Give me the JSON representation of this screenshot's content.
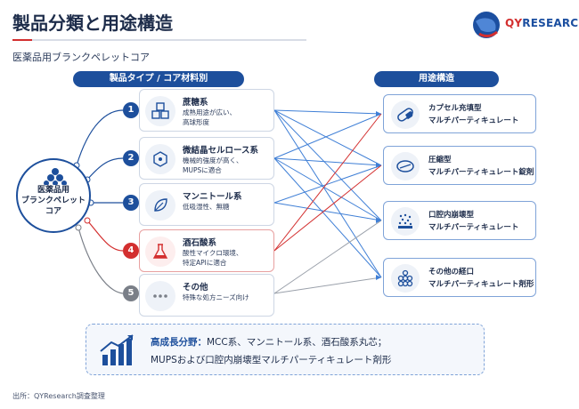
{
  "title": "製品分類と用途構造",
  "subtitle": "医薬品用ブランクペレットコア",
  "logo": {
    "q": "QY",
    "rest": "RESEARCH"
  },
  "headers": {
    "left": "製品タイプ / コア材料別",
    "right": "用途構造"
  },
  "center": {
    "line1": "医薬品用",
    "line2": "ブランクペレット",
    "line3": "コア"
  },
  "products": [
    {
      "num": "1",
      "name": "蔗糖系",
      "desc1": "成熟用途が広い、",
      "desc2": "高球形度",
      "icon": "cubes-icon"
    },
    {
      "num": "2",
      "name": "微結晶セルロース系",
      "desc1": "機械的強度が高く、",
      "desc2": "MUPSに適合",
      "icon": "molecule-icon"
    },
    {
      "num": "3",
      "name": "マンニトール系",
      "desc1": "低吸湿性、無糖",
      "desc2": "",
      "icon": "leaf-icon"
    },
    {
      "num": "4",
      "name": "酒石酸系",
      "desc1": "酸性マイクロ環境、",
      "desc2": "特定APIに適合",
      "icon": "flask-icon"
    },
    {
      "num": "5",
      "name": "その他",
      "desc1": "特殊な処方ニーズ向け",
      "desc2": "",
      "icon": "dots-icon"
    }
  ],
  "applications": [
    {
      "line1": "カプセル充填型",
      "line2": "マルチパーティキュレート",
      "icon": "capsule-icon"
    },
    {
      "line1": "圧縮型",
      "line2": "マルチパーティキュレート錠剤",
      "icon": "tablet-icon"
    },
    {
      "line1": "口腔内崩壊型",
      "line2": "マルチパーティキュレート",
      "icon": "granules-icon"
    },
    {
      "line1": "その他の経口",
      "line2": "マルチパーティキュレート剤形",
      "icon": "pellets-icon"
    }
  ],
  "growth": {
    "label": "高成長分野：",
    "text1": "MCC系、マンニトール系、酒石酸系丸芯；",
    "text2": "MUPSおよび口腔内崩壊型マルチパーティキュレート剤形",
    "icon": "growth-chart-icon"
  },
  "source": "出所：QYResearch調査整理",
  "colors": {
    "navy": "#1d4f9c",
    "red": "#d32f2f",
    "gray": "#7a7f88",
    "blue_line": "#3f7fd6"
  }
}
